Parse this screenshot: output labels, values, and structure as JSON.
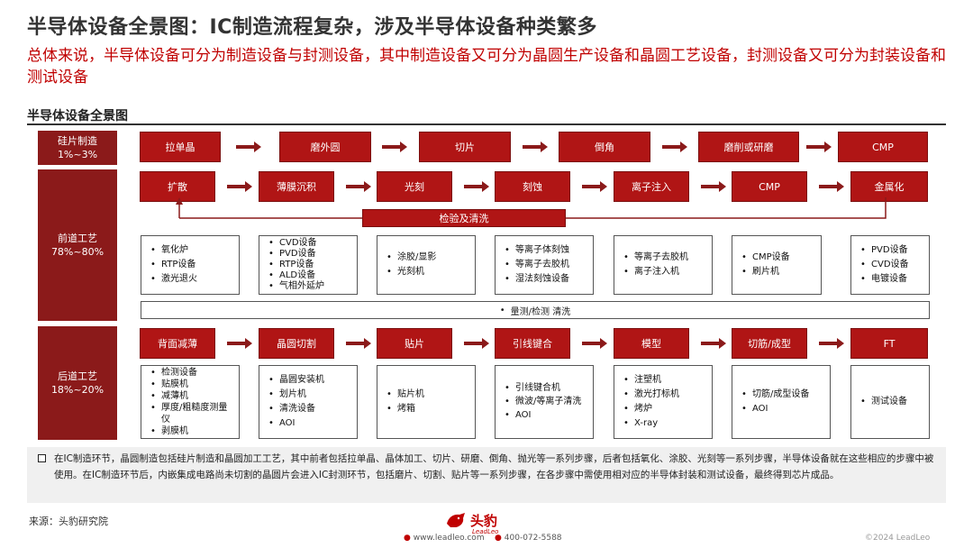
{
  "header": {
    "title": "半导体设备全景图：IC制造流程复杂，涉及半导体设备种类繁多",
    "subtitle": "总体来说，半导体设备可分为制造设备与封测设备，其中制造设备又可分为晶圆生产设备和晶圆工艺设备，封测设备又可分为封装设备和测试设备"
  },
  "section_title": "半导体设备全景图",
  "stages": [
    {
      "name": "硅片制造",
      "pct": "1%~3%"
    },
    {
      "name": "前道工艺",
      "pct": "78%~80%"
    },
    {
      "name": "后道工艺",
      "pct": "18%~20%"
    }
  ],
  "row1": [
    "拉单晶",
    "磨外圆",
    "切片",
    "倒角",
    "磨削或研磨",
    "CMP"
  ],
  "row2": [
    "扩散",
    "薄膜沉积",
    "光刻",
    "刻蚀",
    "离子注入",
    "CMP",
    "金属化"
  ],
  "loop_label": "检验及清洗",
  "row2_equipment": [
    [
      "氧化炉",
      "RTP设备",
      "激光退火"
    ],
    [
      "CVD设备",
      "PVD设备",
      "RTP设备",
      "ALD设备",
      "气相外延炉"
    ],
    [
      "涂胶/显影",
      "光刻机"
    ],
    [
      "等离子体刻蚀",
      "等离子去胶机",
      "湿法刻蚀设备"
    ],
    [
      "等离子去胶机",
      "离子注入机"
    ],
    [
      "CMP设备",
      "刷片机"
    ],
    [
      "PVD设备",
      "CVD设备",
      "电镀设备"
    ]
  ],
  "metrology_bar": "量测/检测 清洗",
  "row3": [
    "背面减薄",
    "晶圆切割",
    "贴片",
    "引线键合",
    "模型",
    "切筋/成型",
    "FT"
  ],
  "row3_equipment": [
    [
      "检测设备",
      "贴膜机",
      "减薄机",
      "厚度/粗糙度测量仪",
      "剥膜机"
    ],
    [
      "晶圆安装机",
      "划片机",
      "清洗设备",
      "AOI"
    ],
    [
      "贴片机",
      "烤箱"
    ],
    [
      "引线键合机",
      "微波/等离子清洗",
      "AOI"
    ],
    [
      "注塑机",
      "激光打标机",
      "烤炉",
      "X-ray"
    ],
    [
      "切筋/成型设备",
      "AOI"
    ],
    [
      "测试设备"
    ]
  ],
  "note": "在IC制造环节，晶圆制造包括硅片制造和晶圆加工工艺，其中前者包括拉单晶、晶体加工、切片、研磨、倒角、抛光等一系列步骤，后者包括氧化、涂胶、光刻等一系列步骤，半导体设备就在这些相应的步骤中被使用。在IC制造环节后，内嵌集成电路尚未切割的晶圆片会进入IC封测环节，包括磨片、切割、贴片等一系列步骤，在各步骤中需使用相对应的半导体封装和测试设备，最终得到芯片成品。",
  "footer": {
    "source": "来源：头豹研究院",
    "logo_text": "头豹",
    "logo_sub": "LeadLeo",
    "website": "www.leadleo.com",
    "phone": "400-072-5588",
    "copyright": "©2024 LeadLeo"
  },
  "colors": {
    "accent": "#c00000",
    "box": "#b01515",
    "stage": "#8b1a1a"
  }
}
